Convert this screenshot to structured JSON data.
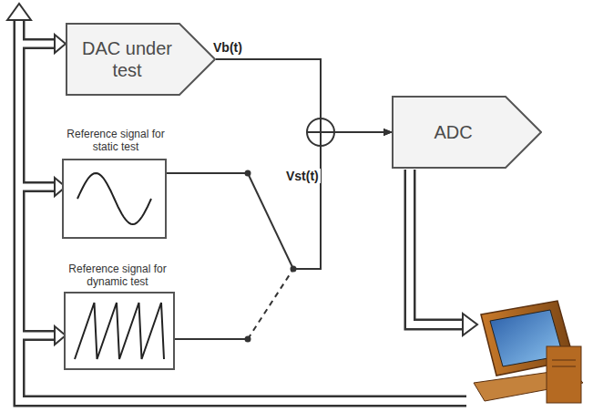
{
  "diagram": {
    "nodes": [
      {
        "text": [
          "DAC under test"
        ]
      },
      {
        "text": [
          "Reference signal for static test"
        ]
      },
      {
        "text": [
          "Reference signal for dynamic test"
        ]
      },
      {
        "text": [
          "ADC"
        ]
      }
    ],
    "edges": [
      {
        "from": 0,
        "to": 3,
        "arrow": "to"
      },
      {
        "from": 1,
        "to": 3,
        "arrow": "to"
      },
      {
        "from": 2,
        "to": 3,
        "arrow": "to"
      }
    ],
    "labels": [
      "Vb(t)",
      "Vst(t)"
    ]
  }
}
